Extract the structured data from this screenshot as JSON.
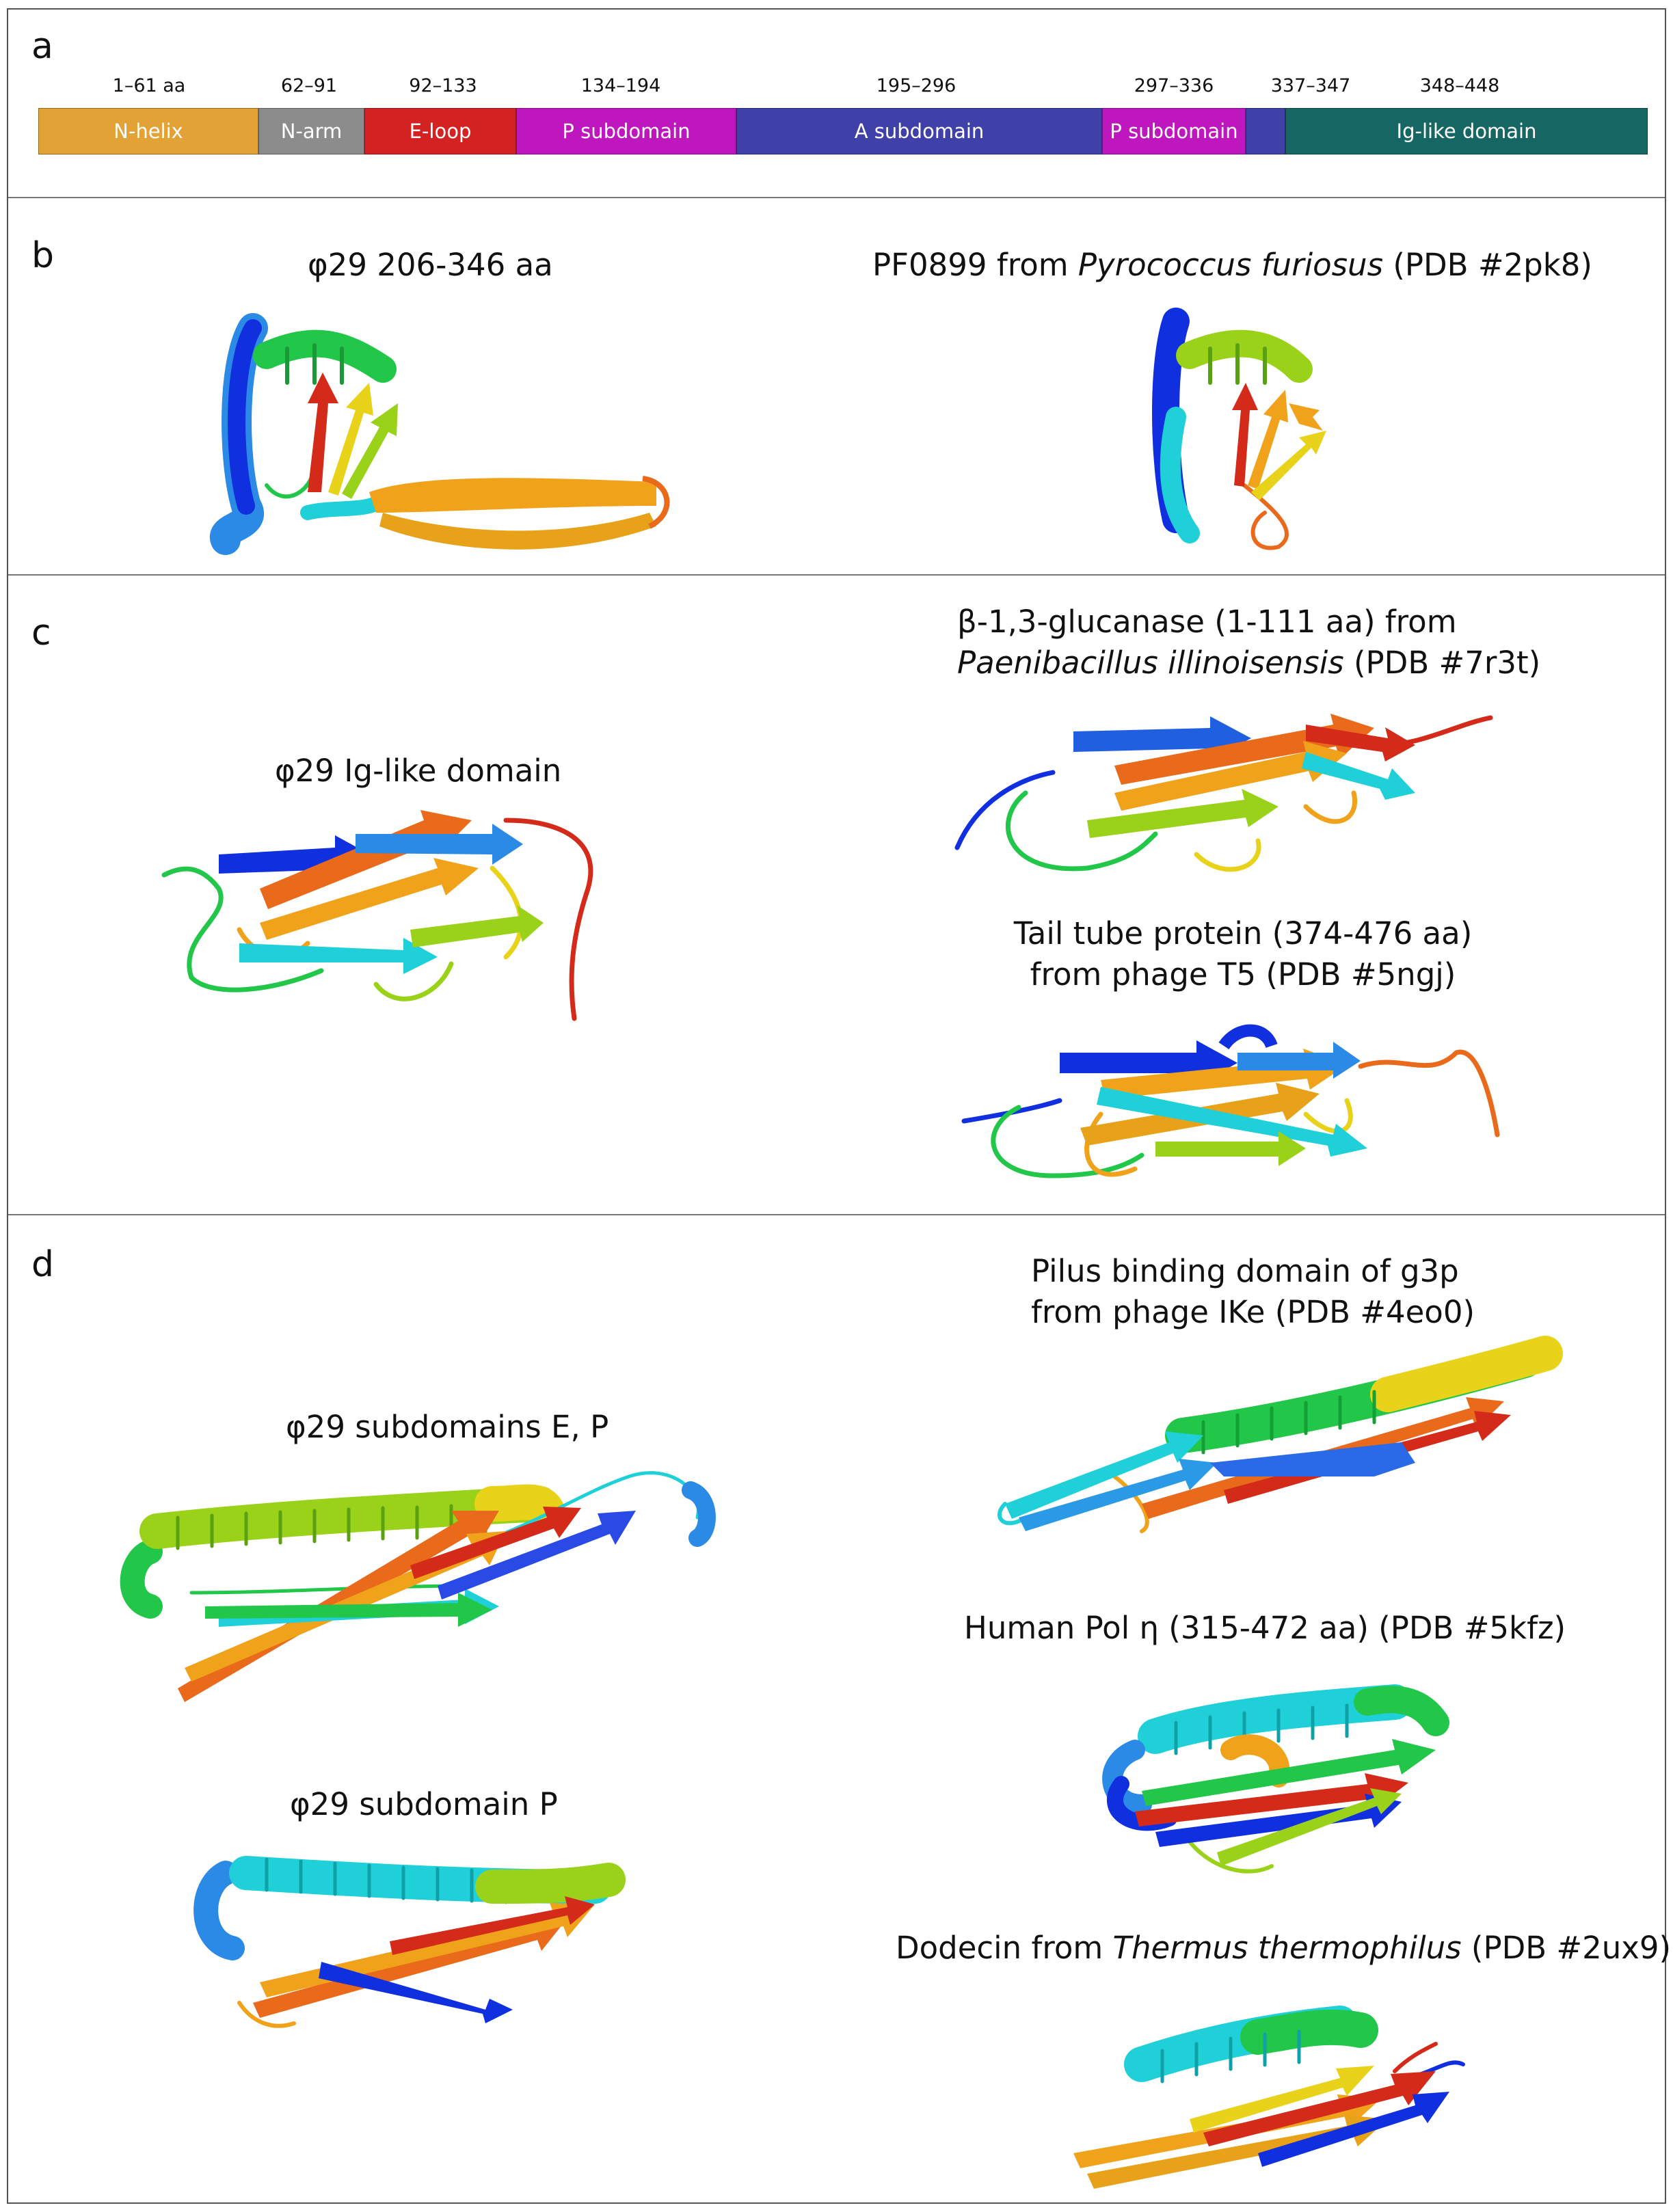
{
  "panels": {
    "a": {
      "label": "a",
      "segments": [
        {
          "range": "1–61 aa",
          "label": "N-helix",
          "color": "#e2a235"
        },
        {
          "range": "62–91",
          "label": "N-arm",
          "color": "#8c8c8c"
        },
        {
          "range": "92–133",
          "label": "E-loop",
          "color": "#d42222"
        },
        {
          "range": "134–194",
          "label": "P subdomain",
          "color": "#be17be"
        },
        {
          "range": "195–296",
          "label": "A subdomain",
          "color": "#3f41a8"
        },
        {
          "range": "297–336",
          "label": "P subdomain",
          "color": "#be17be"
        },
        {
          "range": "337–347",
          "label": "",
          "color": "#3f41a8"
        },
        {
          "range": "348–448",
          "label": "Ig-like domain",
          "color": "#166764"
        }
      ]
    },
    "b": {
      "label": "b",
      "left_caption": "φ29 206-346 aa",
      "right_caption_pre": "PF0899 from ",
      "right_caption_italic": "Pyrococcus furiosus",
      "right_caption_post": " (PDB #2pk8)"
    },
    "c": {
      "label": "c",
      "left_caption": "φ29 Ig-like domain",
      "right1_line1": "β-1,3-glucanase (1-111 aa) from",
      "right1_italic": "Paenibacillus illinoisensis",
      "right1_post": " (PDB #7r3t)",
      "right2_line1": "Tail tube protein (374-476 aa)",
      "right2_line2": "from phage T5 (PDB #5ngj)"
    },
    "d": {
      "label": "d",
      "left1_caption": "φ29 subdomains E, P",
      "left2_caption": "φ29 subdomain P",
      "right1_line1": "Pilus binding domain of g3p",
      "right1_line2": "from phage IKe (PDB #4eo0)",
      "right2_caption": "Human Pol η (315-472 aa) (PDB #5kfz)",
      "right3_pre": "Dodecin from ",
      "right3_italic": "Thermus thermophilus",
      "right3_post": " (PDB #2ux9)"
    }
  },
  "colors": {
    "rainbow": [
      "#1030e0",
      "#2a8ae6",
      "#1fd0d8",
      "#22c74a",
      "#9ad21a",
      "#e8d21a",
      "#f0a21a",
      "#e86a1a",
      "#d42a1a"
    ]
  }
}
